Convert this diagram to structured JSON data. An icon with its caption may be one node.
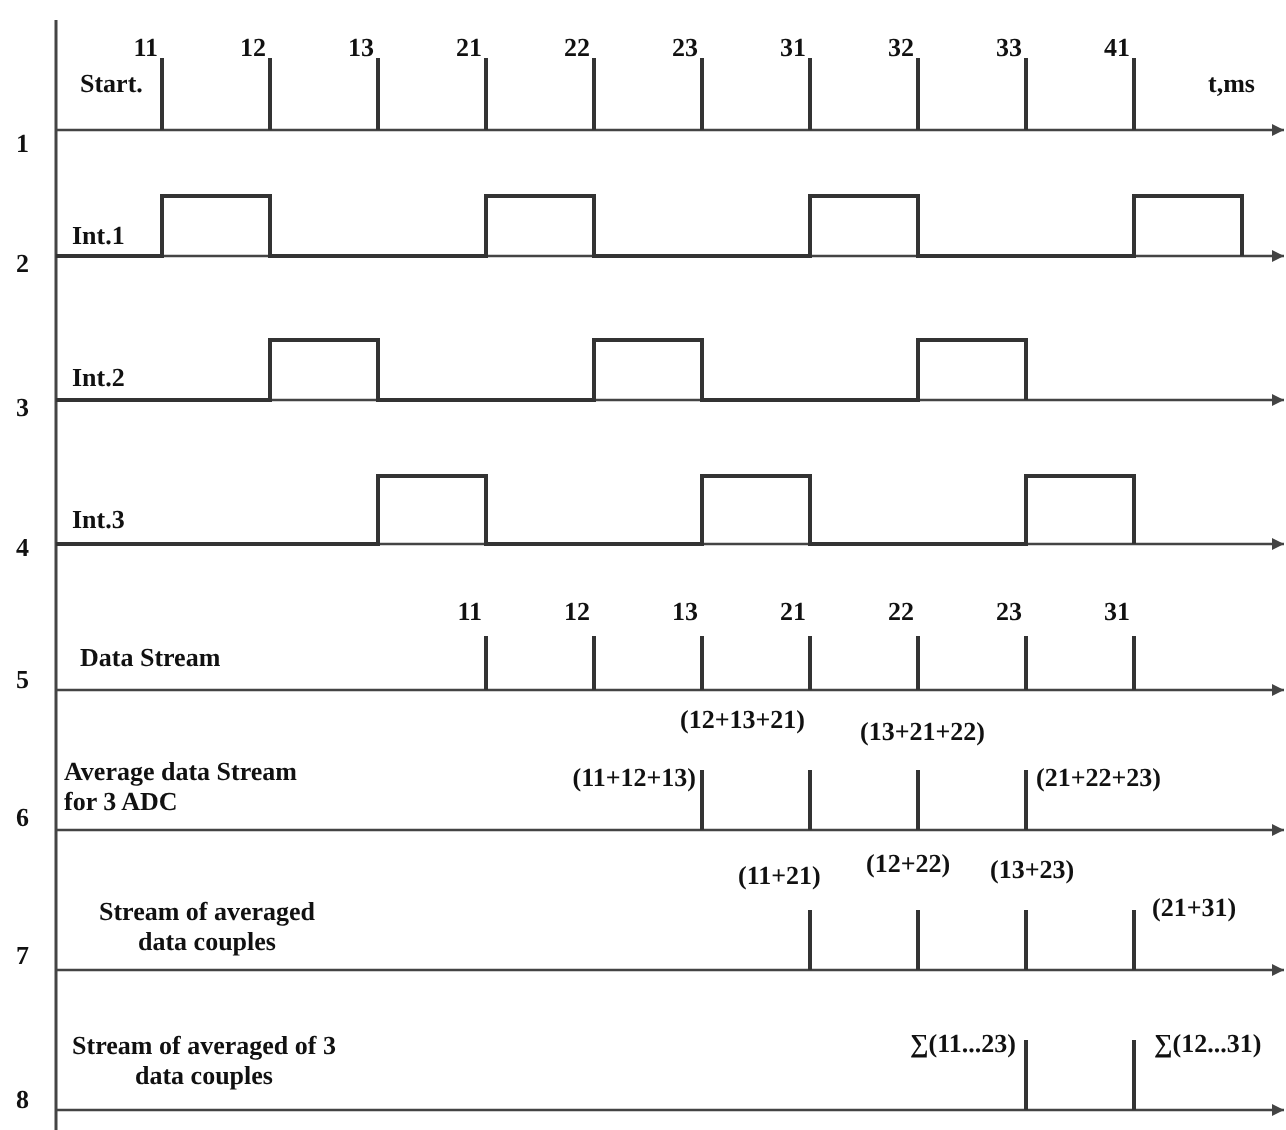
{
  "diagram": {
    "labels": [
      "11",
      "12",
      "13",
      "21",
      "22",
      "23",
      "31",
      "32",
      "33",
      "41",
      "Start.",
      "t,ms",
      "1",
      "2",
      "Int.1",
      "3",
      "Int.2",
      "4",
      "Int.3",
      "11",
      "12",
      "13",
      "21",
      "22",
      "23",
      "31",
      "Data Stream",
      "5",
      "(12+13+21)",
      "(13+21+22)",
      "Average data Stream for  3 ADC",
      "(11+12+13)",
      "(21+22+23)",
      "6",
      "(11+21)",
      "(12+22)",
      "(13+23)",
      "Stream of averaged data couples",
      "(21+31)",
      "7",
      "Stream of averaged of 3 data couples",
      "∑(11...23)",
      "∑(12...31)",
      "8"
    ]
  }
}
